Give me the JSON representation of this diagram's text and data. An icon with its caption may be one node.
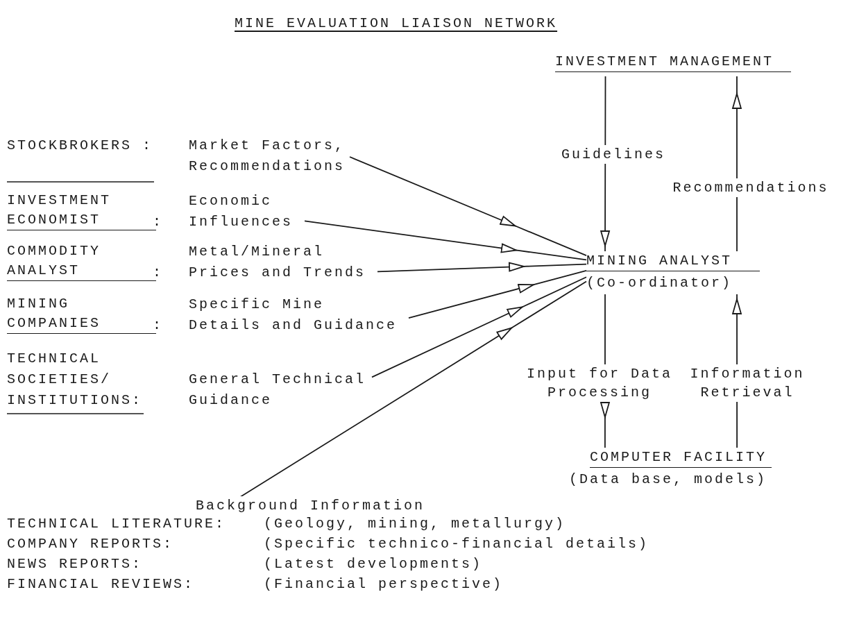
{
  "diagram": {
    "title": "MINE EVALUATION LIAISON NETWORK",
    "nodes": [
      {
        "text": [
          "STOCKBROKERS",
          ":",
          "Market Factors, Recommendations"
        ]
      },
      {
        "text": [
          "INVESTMENT ECONOMIST",
          ":",
          "Economic Influences"
        ]
      },
      {
        "text": [
          "COMMODITY ANALYST",
          ":",
          "Metal/Mineral Prices and Trends"
        ]
      },
      {
        "text": [
          "MINING COMPANIES",
          ":",
          "Specific Mine Details and Guidance"
        ]
      },
      {
        "text": [
          "TECHNICAL SOCIETIES/ INSTITUTIONS:",
          "General Technical Guidance"
        ]
      },
      {
        "text": [
          "INVESTMENT MANAGEMENT"
        ]
      },
      {
        "text": [
          "MINING ANALYST",
          "(Co-ordinator)"
        ]
      },
      {
        "text": [
          "COMPUTER FACILITY",
          "(Data base, models)"
        ]
      },
      {
        "text": [
          "TECHNICAL LITERATURE:",
          "(Geology, mining, metallurgy)",
          "COMPANY REPORTS:",
          "(Specific technico-financial details)",
          "NEWS REPORTS:",
          "(Latest developments)",
          "FINANCIAL REVIEWS:",
          "(Financial perspective)"
        ]
      }
    ],
    "edges": [
      {
        "from": 0,
        "to": 6,
        "arrow": "to"
      },
      {
        "from": 1,
        "to": 6,
        "arrow": "to"
      },
      {
        "from": 2,
        "to": 6,
        "arrow": "to"
      },
      {
        "from": 3,
        "to": 6,
        "arrow": "to"
      },
      {
        "from": 4,
        "to": 6,
        "arrow": "to"
      },
      {
        "from": 8,
        "to": 6,
        "arrow": "to",
        "label": "Background Information"
      },
      {
        "from": 5,
        "to": 6,
        "arrow": "to",
        "label": "Guidelines"
      },
      {
        "from": 6,
        "to": 5,
        "arrow": "to",
        "label": "Recommendations"
      },
      {
        "from": 6,
        "to": 7,
        "arrow": "to",
        "label": "Input for Data Processing"
      },
      {
        "from": 7,
        "to": 6,
        "arrow": "to",
        "label": "Information Retrieval"
      }
    ]
  }
}
